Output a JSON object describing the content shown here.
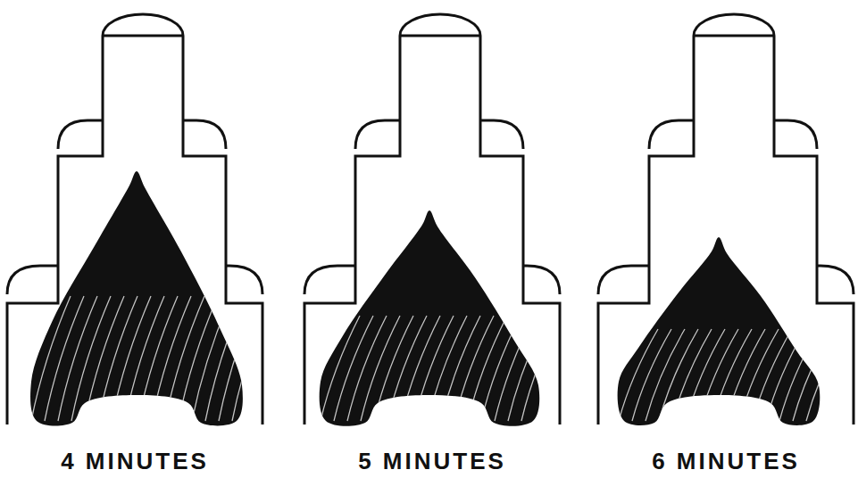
{
  "diagram": {
    "labels": [
      "4 MINUTES",
      "5 MINUTES",
      "6 MINUTES"
    ]
  }
}
